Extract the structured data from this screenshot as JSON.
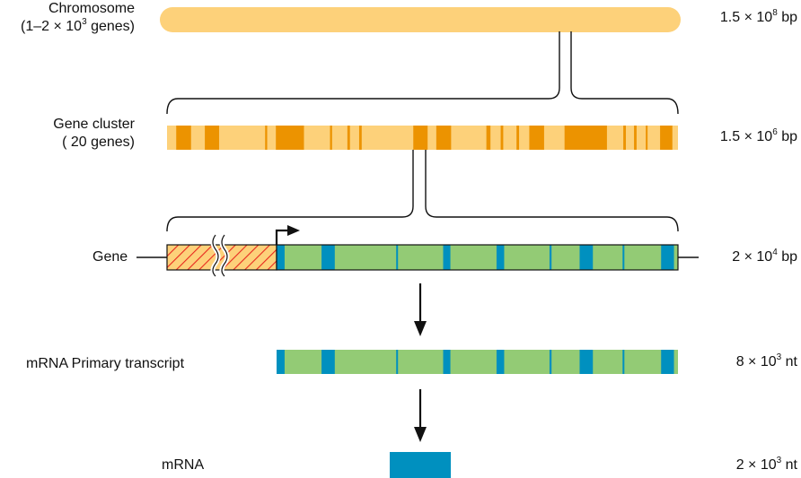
{
  "colors": {
    "chromosome": "#fdd17a",
    "cluster_light": "#fdd17a",
    "cluster_gene": "#ec9300",
    "promoter_fill": "#fdd17a",
    "promoter_hatch": "#e8281e",
    "exon": "#0090bf",
    "intron": "#93cb75",
    "line": "#111111"
  },
  "levels": {
    "chromosome": {
      "label_line1": "Chromosome",
      "label_line2_pre": "(1–2 × 10",
      "label_line2_sup": "3",
      "label_line2_post": " genes)",
      "size_pre": "1.5  × 10",
      "size_sup": "8",
      "size_post": " bp"
    },
    "gene_cluster": {
      "label_line1": "Gene cluster",
      "label_line2": "( 20 genes)",
      "size_pre": "1.5  × 10",
      "size_sup": "6",
      "size_post": " bp",
      "gene_segments": [
        [
          0.018,
          0.047
        ],
        [
          0.074,
          0.102
        ],
        [
          0.192,
          0.196
        ],
        [
          0.213,
          0.268
        ],
        [
          0.319,
          0.323
        ],
        [
          0.353,
          0.358
        ],
        [
          0.376,
          0.381
        ],
        [
          0.482,
          0.51
        ],
        [
          0.527,
          0.556
        ],
        [
          0.625,
          0.633
        ],
        [
          0.653,
          0.658
        ],
        [
          0.684,
          0.689
        ],
        [
          0.709,
          0.738
        ],
        [
          0.778,
          0.861
        ],
        [
          0.893,
          0.898
        ],
        [
          0.914,
          0.919
        ],
        [
          0.937,
          0.94
        ],
        [
          0.965,
          0.989
        ]
      ]
    },
    "gene": {
      "label": "Gene",
      "size_pre": "2  × 10",
      "size_sup": "4",
      "size_post": " bp",
      "exons": [
        [
          0.0,
          0.02
        ],
        [
          0.112,
          0.145
        ],
        [
          0.298,
          0.302
        ],
        [
          0.415,
          0.433
        ],
        [
          0.548,
          0.567
        ],
        [
          0.68,
          0.685
        ],
        [
          0.755,
          0.788
        ],
        [
          0.862,
          0.865
        ],
        [
          0.958,
          0.99
        ]
      ]
    },
    "primary_transcript": {
      "label": "mRNA Primary transcript",
      "size_pre": "8  × 10",
      "size_sup": "3",
      "size_post": " nt"
    },
    "mrna": {
      "label": "mRNA",
      "size_pre": "2 × 10",
      "size_sup": "3",
      "size_post": " nt"
    }
  }
}
